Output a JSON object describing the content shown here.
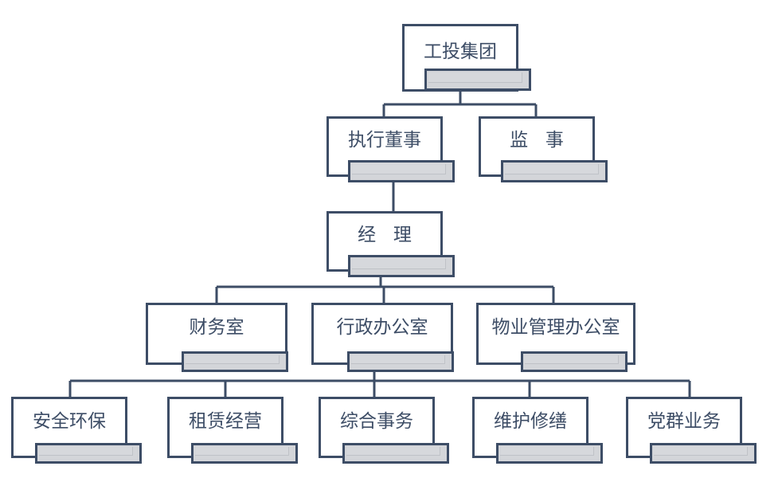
{
  "chart_data": {
    "type": "diagram",
    "diagram_type": "organizational-chart",
    "title": "",
    "orientation": "top-down",
    "levels": 5,
    "colors": {
      "border": "#3d4d66",
      "text": "#3d4d66",
      "box_fill": "#ffffff",
      "bar_fill": "#d3d5d9",
      "background": "#ffffff"
    },
    "nodes": [
      {
        "id": "n0",
        "label": "工投集团",
        "level": 0,
        "parent": null,
        "spaced": false
      },
      {
        "id": "n1",
        "label": "执行董事",
        "level": 1,
        "parent": "n0",
        "spaced": false
      },
      {
        "id": "n2",
        "label": "监事",
        "level": 1,
        "parent": "n0",
        "spaced": true
      },
      {
        "id": "n3",
        "label": "经理",
        "level": 2,
        "parent": "n1",
        "spaced": true
      },
      {
        "id": "n4",
        "label": "财务室",
        "level": 3,
        "parent": "n3",
        "spaced": false
      },
      {
        "id": "n5",
        "label": "行政办公室",
        "level": 3,
        "parent": "n3",
        "spaced": false
      },
      {
        "id": "n6",
        "label": "物业管理办公室",
        "level": 3,
        "parent": "n3",
        "spaced": false
      },
      {
        "id": "n7",
        "label": "安全环保",
        "level": 4,
        "parent": "n5",
        "spaced": false
      },
      {
        "id": "n8",
        "label": "租赁经营",
        "level": 4,
        "parent": "n5",
        "spaced": false
      },
      {
        "id": "n9",
        "label": "综合事务",
        "level": 4,
        "parent": "n5",
        "spaced": false
      },
      {
        "id": "n10",
        "label": "维护修缮",
        "level": 4,
        "parent": "n5",
        "spaced": false
      },
      {
        "id": "n11",
        "label": "党群业务",
        "level": 4,
        "parent": "n5",
        "spaced": false
      }
    ],
    "edges": [
      {
        "from": "n0",
        "to": "n1"
      },
      {
        "from": "n0",
        "to": "n2"
      },
      {
        "from": "n1",
        "to": "n3"
      },
      {
        "from": "n3",
        "to": "n4"
      },
      {
        "from": "n3",
        "to": "n5"
      },
      {
        "from": "n3",
        "to": "n6"
      },
      {
        "from": "n5",
        "to": "n7"
      },
      {
        "from": "n5",
        "to": "n8"
      },
      {
        "from": "n5",
        "to": "n9"
      },
      {
        "from": "n5",
        "to": "n10"
      },
      {
        "from": "n5",
        "to": "n11"
      }
    ]
  },
  "chart": {
    "root": {
      "label": "工投集团"
    },
    "level1": [
      {
        "label": "执行董事"
      },
      {
        "label": "监事"
      }
    ],
    "level2": [
      {
        "label": "经理"
      }
    ],
    "level3": [
      {
        "label": "财务室"
      },
      {
        "label": "行政办公室"
      },
      {
        "label": "物业管理办公室"
      }
    ],
    "level4": [
      {
        "label": "安全环保"
      },
      {
        "label": "租赁经营"
      },
      {
        "label": "综合事务"
      },
      {
        "label": "维护修缮"
      },
      {
        "label": "党群业务"
      }
    ]
  }
}
